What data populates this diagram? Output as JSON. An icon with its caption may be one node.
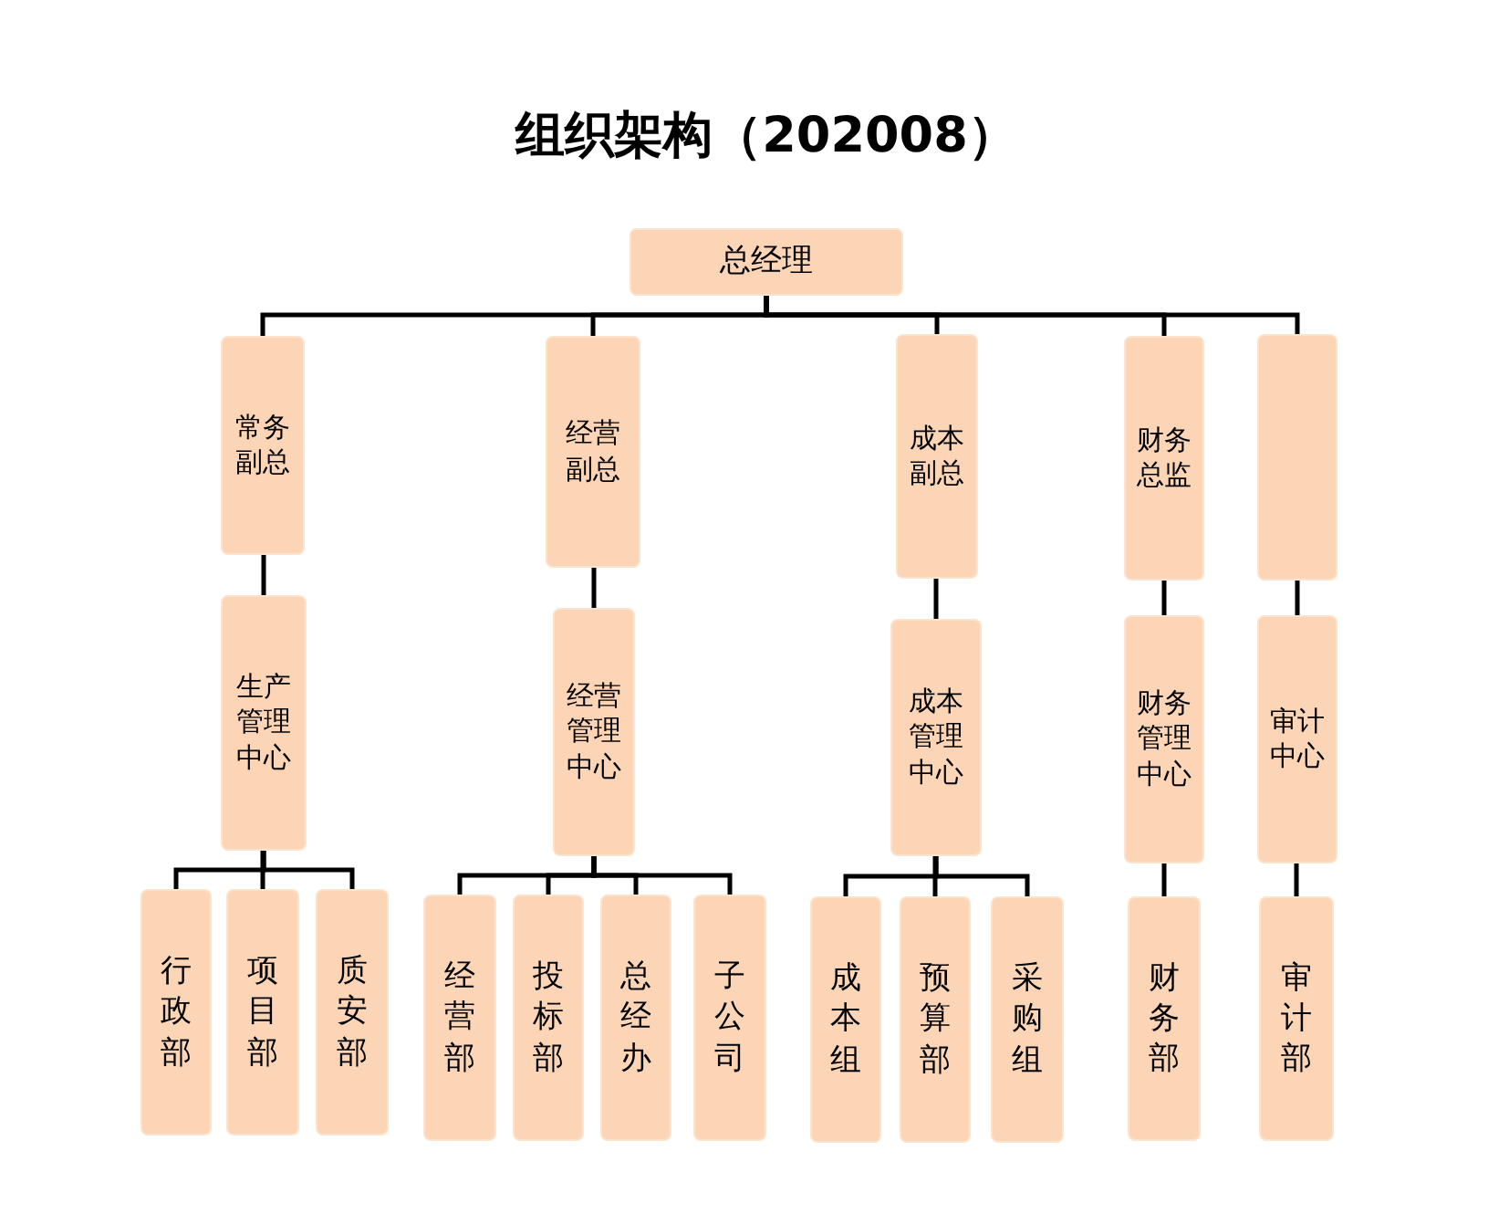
{
  "diagram": {
    "title": "组织架构（202008）",
    "nodes": [
      {
        "text": [
          "总经理"
        ]
      },
      {
        "text": [
          "常务副总"
        ]
      },
      {
        "text": [
          "经营副总"
        ]
      },
      {
        "text": [
          "成本副总"
        ]
      },
      {
        "text": [
          "财务总监"
        ]
      },
      {
        "text": [],
        "shape": "box"
      },
      {
        "text": [
          "生产管理中心"
        ]
      },
      {
        "text": [
          "经营管理中心"
        ]
      },
      {
        "text": [
          "成本管理中心"
        ]
      },
      {
        "text": [
          "财务管理中心"
        ]
      },
      {
        "text": [
          "审计中心"
        ]
      },
      {
        "text": [
          "行政部"
        ]
      },
      {
        "text": [
          "项目部"
        ]
      },
      {
        "text": [
          "质安部"
        ]
      },
      {
        "text": [
          "经营部"
        ]
      },
      {
        "text": [
          "投标部"
        ]
      },
      {
        "text": [
          "总经办"
        ]
      },
      {
        "text": [
          "子公司"
        ]
      },
      {
        "text": [
          "成本组"
        ]
      },
      {
        "text": [
          "预算部"
        ]
      },
      {
        "text": [
          "采购组"
        ]
      },
      {
        "text": [
          "财务部"
        ]
      },
      {
        "text": [
          "审计部"
        ]
      }
    ],
    "edges": [
      {
        "from": 0,
        "to": 1,
        "arrow": "none"
      },
      {
        "from": 0,
        "to": 2,
        "arrow": "none"
      },
      {
        "from": 0,
        "to": 3,
        "arrow": "none"
      },
      {
        "from": 0,
        "to": 4,
        "arrow": "none"
      },
      {
        "from": 0,
        "to": 5,
        "arrow": "none"
      },
      {
        "from": 1,
        "to": 6,
        "arrow": "none"
      },
      {
        "from": 2,
        "to": 7,
        "arrow": "none"
      },
      {
        "from": 3,
        "to": 8,
        "arrow": "none"
      },
      {
        "from": 4,
        "to": 9,
        "arrow": "none"
      },
      {
        "from": 5,
        "to": 10,
        "arrow": "none"
      },
      {
        "from": 6,
        "to": 11,
        "arrow": "none"
      },
      {
        "from": 6,
        "to": 12,
        "arrow": "none"
      },
      {
        "from": 6,
        "to": 13,
        "arrow": "none"
      },
      {
        "from": 7,
        "to": 14,
        "arrow": "none"
      },
      {
        "from": 7,
        "to": 15,
        "arrow": "none"
      },
      {
        "from": 7,
        "to": 16,
        "arrow": "none"
      },
      {
        "from": 7,
        "to": 17,
        "arrow": "none"
      },
      {
        "from": 8,
        "to": 18,
        "arrow": "none"
      },
      {
        "from": 8,
        "to": 19,
        "arrow": "none"
      },
      {
        "from": 8,
        "to": 20,
        "arrow": "none"
      },
      {
        "from": 9,
        "to": 21,
        "arrow": "none"
      },
      {
        "from": 10,
        "to": 22,
        "arrow": "none"
      }
    ]
  }
}
